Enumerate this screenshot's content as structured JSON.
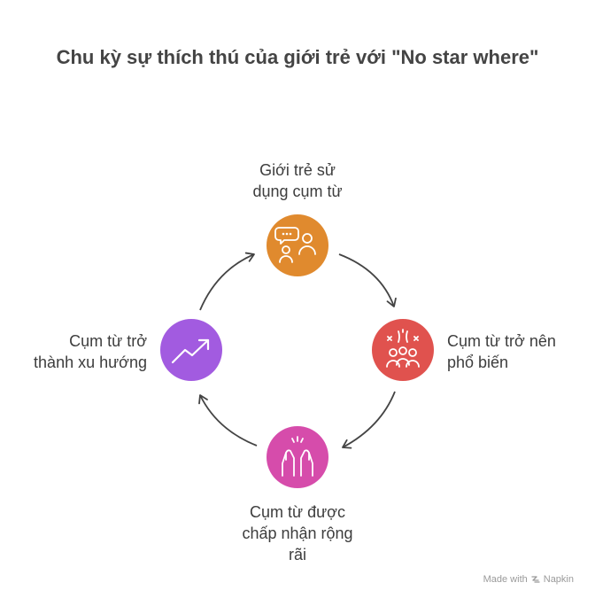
{
  "title": "Chu kỳ sự thích thú của giới trẻ với \"No star where\"",
  "nodes": {
    "top": {
      "lines": [
        "Giới trẻ sử",
        "dụng cụm từ"
      ],
      "color": "#e08a2e",
      "icon": "chat-people-icon"
    },
    "right": {
      "lines": [
        "Cụm từ trở nên",
        "phổ biến"
      ],
      "color": "#e0524e",
      "icon": "crowd-celebration-icon"
    },
    "bottom": {
      "lines": [
        "Cụm từ được",
        "chấp nhận rộng",
        "rãi"
      ],
      "color": "#d64cab",
      "icon": "high-five-icon"
    },
    "left": {
      "lines": [
        "Cụm từ trở",
        "thành xu hướng"
      ],
      "color": "#a25be0",
      "icon": "trending-up-icon"
    }
  },
  "footer": {
    "made_with": "Made with",
    "brand": "Napkin"
  }
}
